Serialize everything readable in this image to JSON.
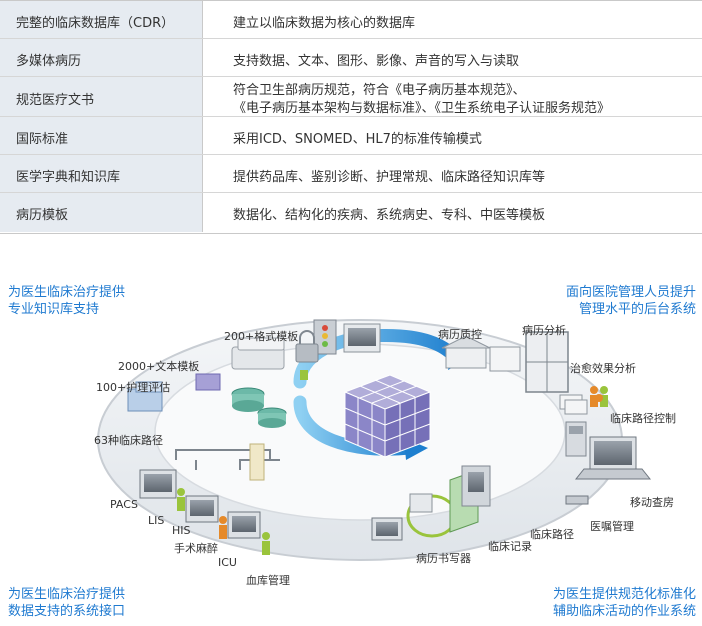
{
  "table": {
    "rows": [
      {
        "feature": "完整的临床数据库（CDR）",
        "desc": [
          "建立以临床数据为核心的数据库"
        ]
      },
      {
        "feature": "多媒体病历",
        "desc": [
          "支持数据、文本、图形、影像、声音的写入与读取"
        ]
      },
      {
        "feature": "规范医疗文书",
        "desc": [
          "符合卫生部病历规范，符合《电子病历基本规范》、",
          "《电子病历基本架构与数据标准》、《卫生系统电子认证服务规范》"
        ]
      },
      {
        "feature": "国际标准",
        "desc": [
          "采用ICD、SNOMED、HL7的标准传输模式"
        ]
      },
      {
        "feature": "医学字典和知识库",
        "desc": [
          "提供药品库、鉴别诊断、护理常规、临床路径知识库等"
        ]
      },
      {
        "feature": "病历模板",
        "desc": [
          "数据化、结构化的疾病、系统病史、专科、中医等模板"
        ]
      }
    ]
  },
  "corners": {
    "top_left": [
      "为医生临床治疗提供",
      "专业知识库支持"
    ],
    "top_right": [
      "面向医院管理人员提升",
      "管理水平的后台系统"
    ],
    "bottom_left": [
      "为医生临床治疗提供",
      "数据支持的系统接口"
    ],
    "bottom_right": [
      "为医生提供规范化标准化",
      "辅助临床活动的作业系统"
    ]
  },
  "labels": {
    "tpl200": "200+格式模板",
    "tpl2000": "2000+文本模板",
    "nursing": "100+护理评估",
    "paths63": "63种临床路径",
    "qc": "病历质控",
    "analysis": "病历分析",
    "efficacy": "治愈效果分析",
    "path_control": "临床路径控制",
    "mobile": "移动查房",
    "orders": "医嘱管理",
    "clin_path": "临床路径",
    "clin_record": "临床记录",
    "writer": "病历书写器",
    "pacs": "PACS",
    "lis": "LIS",
    "his": "HIS",
    "anesthesia": "手术麻醉",
    "icu": "ICU",
    "blood": "血库管理"
  },
  "colors": {
    "header_bg": "#e6ebf1",
    "accent_blue": "#1f7ad0",
    "arrow_blue": "#2f8fd6",
    "cube_purple": "#8b86c8",
    "figure_green": "#9ac43c",
    "figure_orange": "#e58a2a"
  }
}
